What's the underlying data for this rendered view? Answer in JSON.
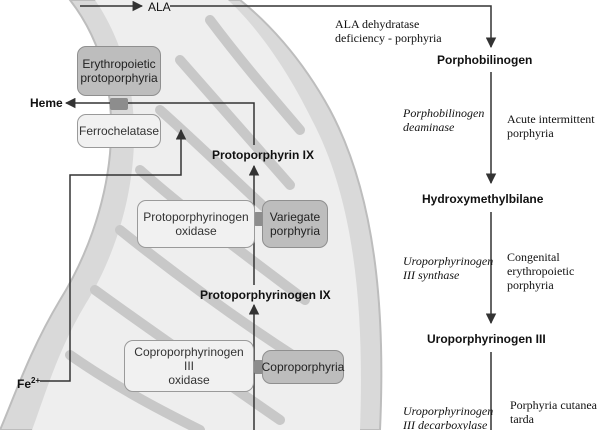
{
  "heme_pathway": {
    "metabolites": {
      "ala": "ALA",
      "porphobilinogen": "Porphobilinogen",
      "hydroxymethylbilane": "Hydroxymethylbilane",
      "uroporphyrinogen_iii": "Uroporphyrinogen III",
      "protoporphyrin_ix": "Protoporphyrin IX",
      "protoporphyrinogen_ix": "Protoporphyrinogen IX",
      "heme": "Heme",
      "fe2": "Fe",
      "fe2_charge": "2+"
    },
    "enzymes": {
      "pbg_deaminase": "Porphobilinogen\ndeaminase",
      "uro_synthase": "Uroporphyrinogen\nIII synthase",
      "uro_decarboxylase": "Uroporphyrinogen\nIII decarboxylase",
      "ferrochelatase": "Ferrochelatase",
      "protoporphyrinogen_oxidase": "Protoporphyrinogen\noxidase",
      "coproporphyrinogen_oxidase": "Coproporphyrinogen III\noxidase"
    },
    "diseases": {
      "ala_dehydratase_deficiency": "ALA dehydratase\ndeficiency - porphyria",
      "acute_intermittent": "Acute intermittent\nporphyria",
      "congenital_erythropoietic": "Congenital\nerythropoietic\nporphyria",
      "porphyria_cutanea_tarda": "Porphyria cutanea\ntarda",
      "erythropoietic_protoporphyria": "Erythropoietic\nprotoporphyria",
      "variegate": "Variegate\nporphyria",
      "coproporphyria": "Coproporphyria"
    }
  },
  "colors": {
    "arrow": "#333333",
    "mitochondrion_outer": "#dcdcdc",
    "mitochondrion_inner": "#efefef",
    "cristae": "#cfcfcf"
  }
}
